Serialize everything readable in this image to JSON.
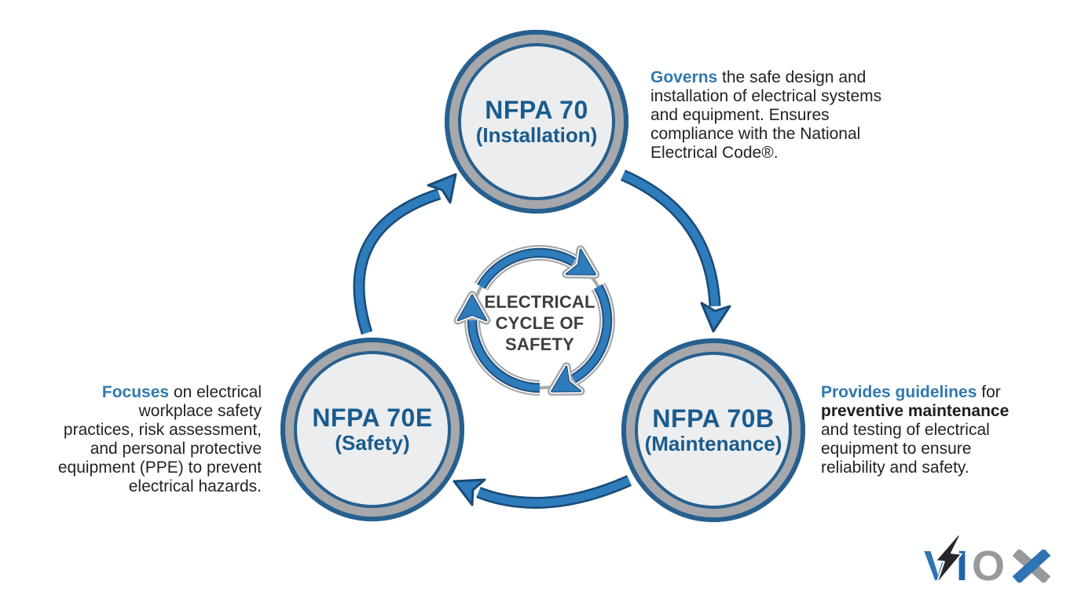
{
  "diagram_title": "Electrical Cycle of Safety",
  "center": {
    "icon": "cycle-arrows-icon",
    "lines": [
      "ELECTRICAL",
      "CYCLE OF",
      "SAFETY"
    ]
  },
  "nodes": {
    "installation": {
      "title": "NFPA 70",
      "subtitle": "(Installation)"
    },
    "safety": {
      "title": "NFPA 70E",
      "subtitle": "(Safety)"
    },
    "maintenance": {
      "title": "NFPA 70B",
      "subtitle": "(Maintenance)"
    }
  },
  "annotations": {
    "installation": {
      "lead": "Governs",
      "first_line_rest": "the safe design and",
      "lines": [
        "installation of electrical systems",
        "and equipment. Ensures",
        "compliance with the National",
        "Electrical Code®."
      ]
    },
    "safety": {
      "lead": "Focuses",
      "first_line_rest": "on electrical",
      "lines": [
        "workplace safety",
        "practices, risk assessment,",
        "and personal protective",
        "equipment (PPE) to prevent",
        "electrical hazards."
      ]
    },
    "maintenance": {
      "lead": "Provides guidelines",
      "first_line_rest": "for",
      "emphasis_line": "preventive maintenance",
      "lines": [
        "and testing of electrical",
        "equipment to ensure",
        "reliability and safety."
      ]
    }
  },
  "logo": {
    "letters": [
      "V",
      "I",
      "O",
      "X"
    ],
    "bolt_icon": "lightning-bolt"
  },
  "colors": {
    "accent_blue": "#3178ae",
    "node_ring_blue": "#27608f",
    "node_ring_gray": "#a6a8ab",
    "node_fill": "#ecedef",
    "node_text": "#1a5b8d",
    "arrow_blue": "#2e7cbc",
    "arrow_outline": "#1a4a77",
    "body_text": "#232323",
    "center_text": "#3e3e40",
    "logo_blue": "#2f74b2",
    "logo_gray": "#97999d",
    "bolt_dark": "#26262b"
  }
}
